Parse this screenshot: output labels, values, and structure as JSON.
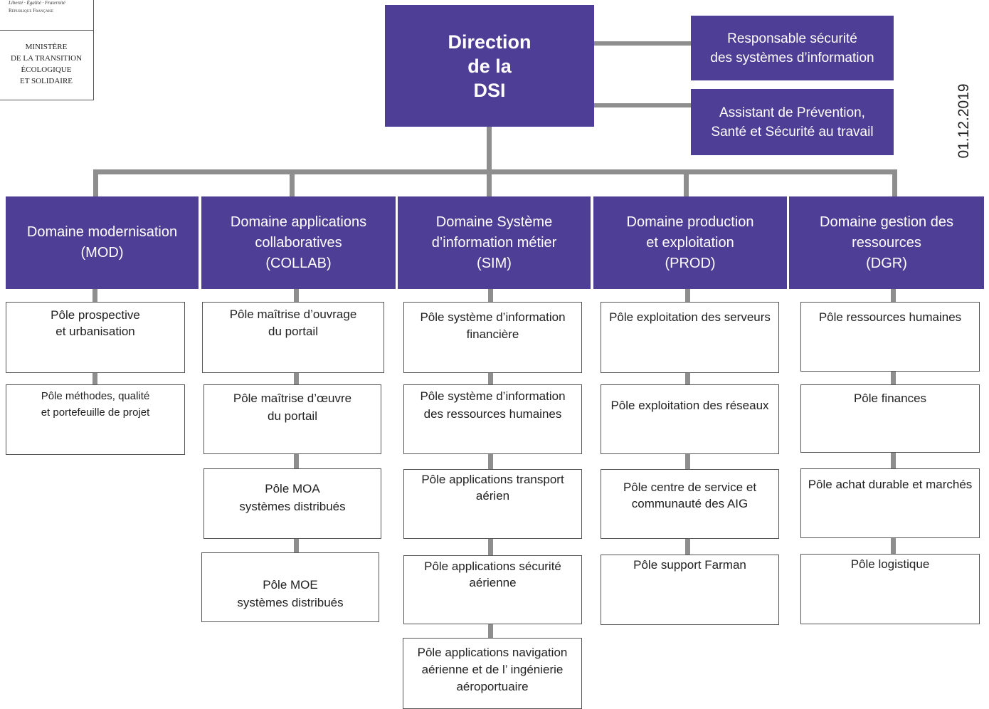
{
  "logo": {
    "motto": "Liberté · Égalité · Fraternité",
    "republic": "République Française",
    "ministry": [
      "MINISTÈRE",
      "DE LA TRANSITION",
      "ÉCOLOGIQUE",
      "ET SOLIDAIRE"
    ]
  },
  "date": "01.12.2019",
  "colors": {
    "box": "#4f3e95",
    "connector": "#8e8e8e"
  },
  "direction": {
    "lines": [
      "Direction",
      "de la",
      "DSI"
    ]
  },
  "side_boxes": [
    {
      "lines": [
        "Responsable sécurité",
        "des systèmes d’information"
      ]
    },
    {
      "lines": [
        "Assistant de Prévention,",
        "Santé et Sécurité au travail"
      ]
    }
  ],
  "domains": [
    {
      "lines": [
        "Domaine modernisation",
        "(MOD)"
      ],
      "poles": [
        {
          "lines": [
            "Pôle prospective",
            "et urbanisation"
          ]
        },
        {
          "lines": [
            "Pôle méthodes, qualité",
            "et portefeuille de projet"
          ]
        }
      ]
    },
    {
      "lines": [
        "Domaine applications",
        "collaboratives",
        "(COLLAB)"
      ],
      "poles": [
        {
          "lines": [
            "Pôle maîtrise d’ouvrage",
            "du portail"
          ]
        },
        {
          "lines": [
            "Pôle maîtrise d’œuvre",
            "du portail"
          ]
        },
        {
          "lines": [
            "Pôle MOA",
            "systèmes distribués"
          ]
        },
        {
          "lines": [
            "Pôle MOE",
            "systèmes distribués"
          ]
        }
      ]
    },
    {
      "lines": [
        "Domaine Système",
        "d’information métier",
        "(SIM)"
      ],
      "poles": [
        {
          "lines": [
            "Pôle système d’information",
            "financière"
          ]
        },
        {
          "lines": [
            "Pôle système d’information",
            "des ressources humaines"
          ]
        },
        {
          "lines": [
            "Pôle  applications transport",
            "aérien"
          ]
        },
        {
          "lines": [
            "Pôle applications sécurité",
            "aérienne"
          ]
        },
        {
          "lines": [
            "Pôle applications navigation",
            "aérienne et de l’ ingénierie",
            "aéroportuaire"
          ]
        }
      ]
    },
    {
      "lines": [
        "Domaine production",
        "et exploitation",
        "(PROD)"
      ],
      "poles": [
        {
          "lines": [
            "Pôle exploitation des serveurs"
          ]
        },
        {
          "lines": [
            "Pôle exploitation des réseaux"
          ]
        },
        {
          "lines": [
            "Pôle centre de service et",
            "communauté des AIG"
          ]
        },
        {
          "lines": [
            "Pôle support Farman"
          ]
        }
      ]
    },
    {
      "lines": [
        "Domaine gestion des",
        "ressources",
        "(DGR)"
      ],
      "poles": [
        {
          "lines": [
            "Pôle ressources humaines"
          ]
        },
        {
          "lines": [
            "Pôle finances"
          ]
        },
        {
          "lines": [
            "Pôle achat durable et marchés"
          ]
        },
        {
          "lines": [
            "Pôle logistique"
          ]
        }
      ]
    }
  ]
}
